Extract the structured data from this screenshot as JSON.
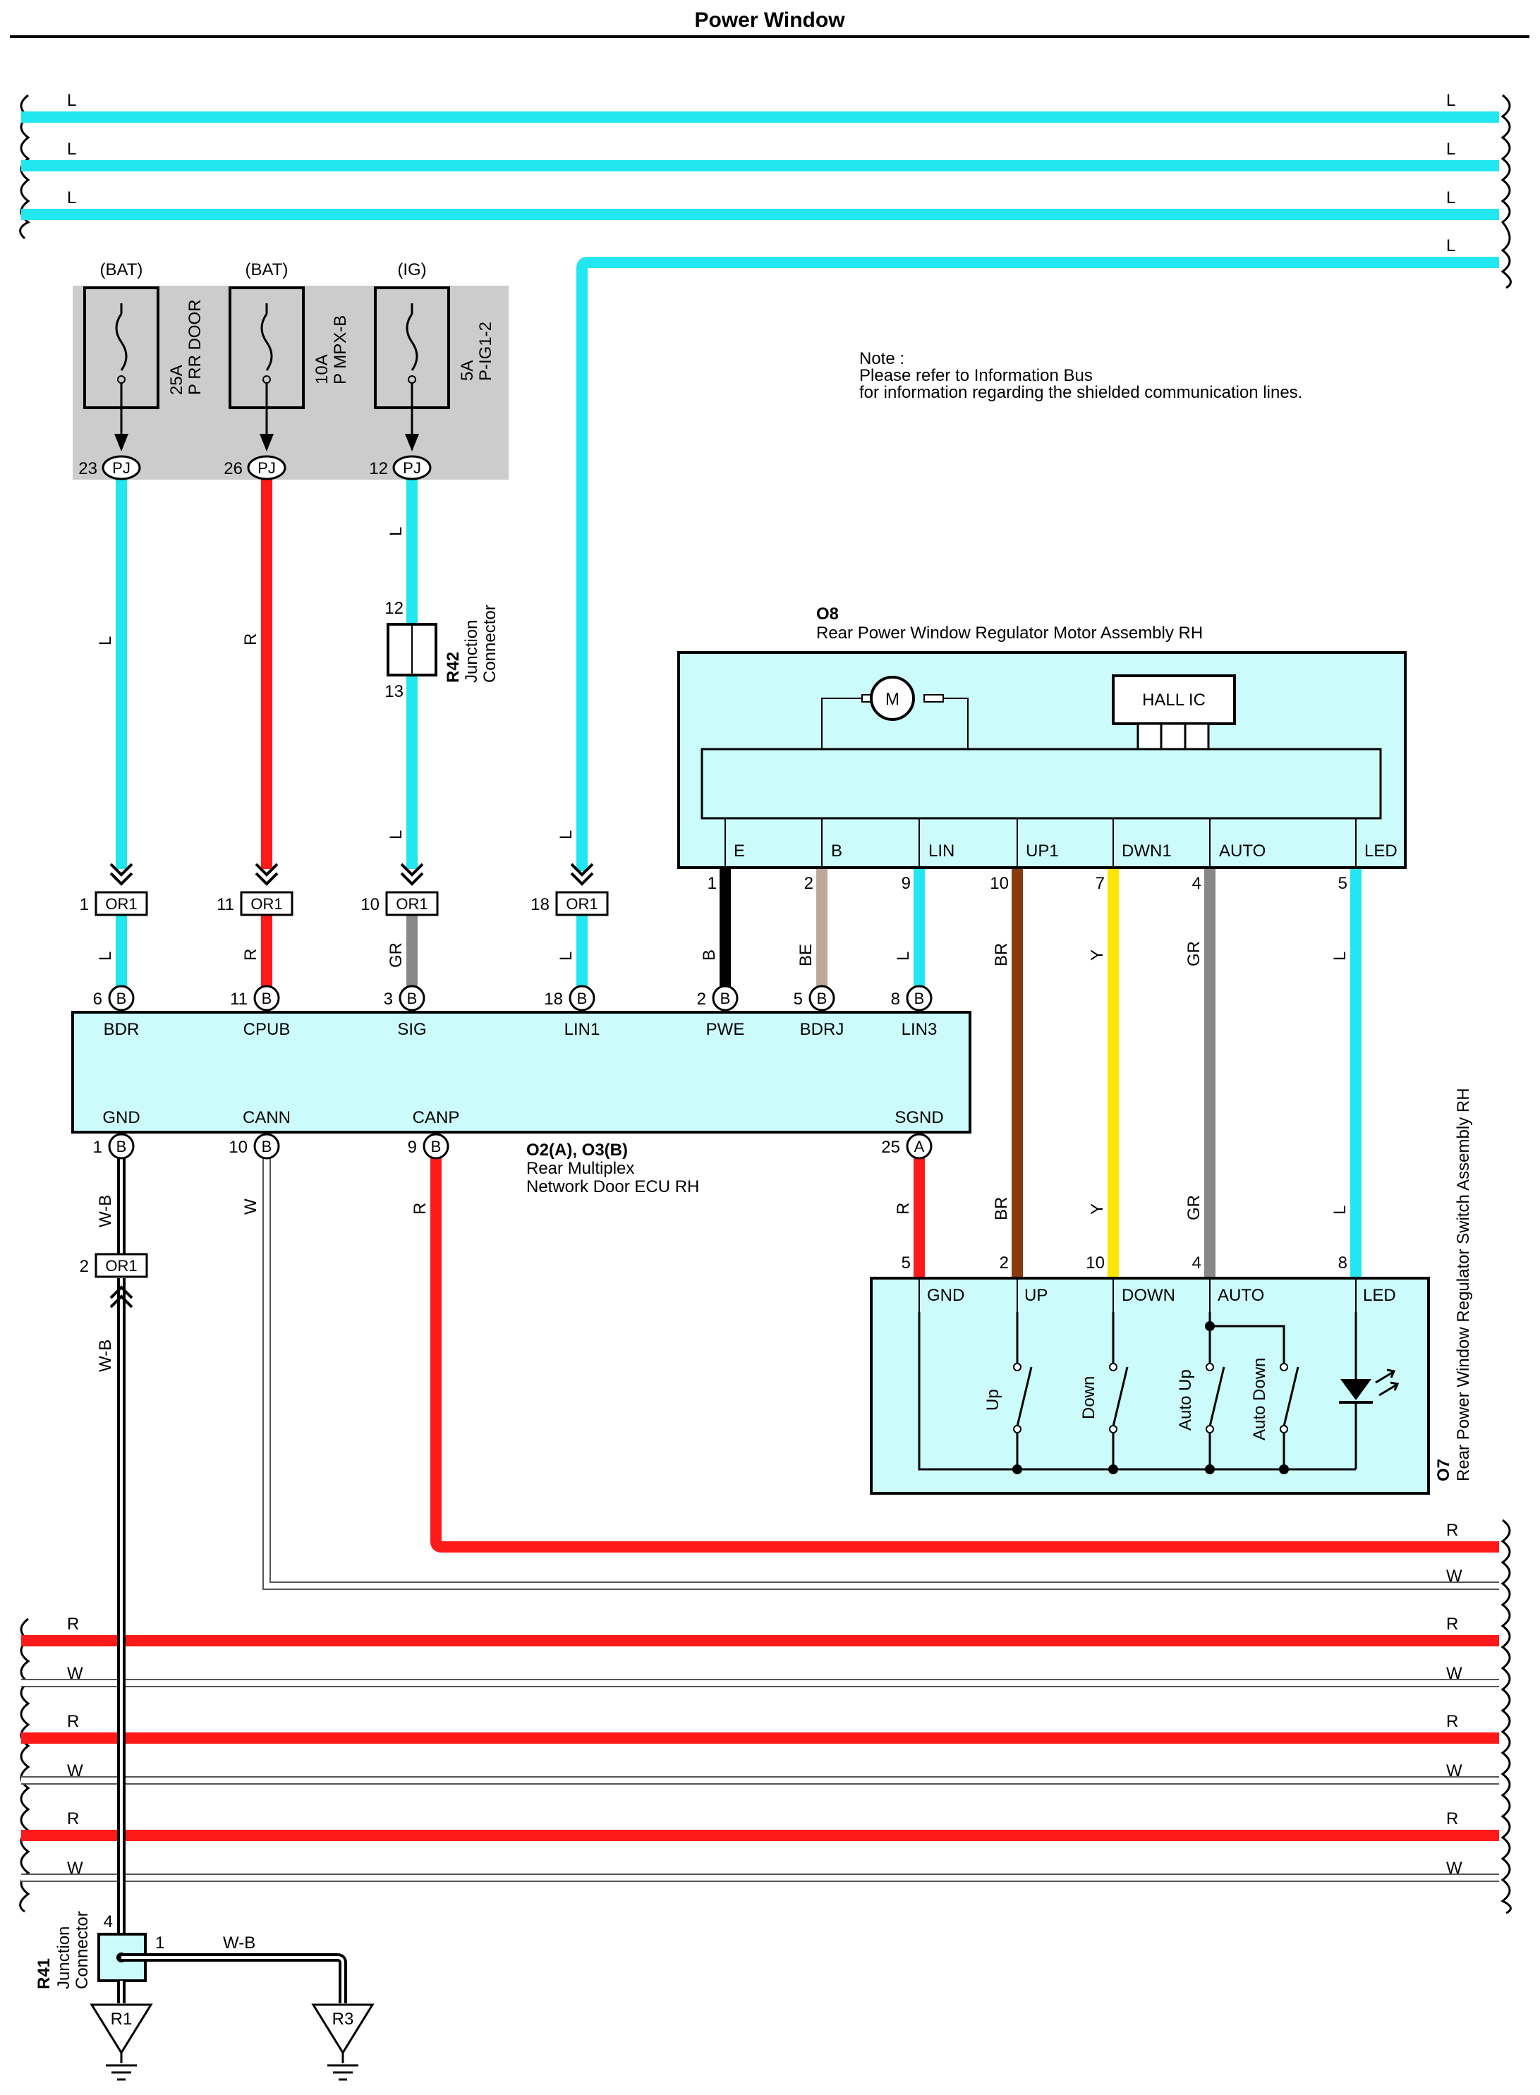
{
  "title": "Power Window",
  "colors": {
    "L": "#22e6f0",
    "R": "#ff1a1a",
    "B": "#000000",
    "BE": "#bca99a",
    "BR": "#8b3a0e",
    "Y": "#ffe600",
    "GR": "#888888",
    "W": "#ffffff",
    "box_fill": "#ccfbfb",
    "relay_box": "#cccccc"
  },
  "top_bus": {
    "labels": [
      "L",
      "L",
      "L",
      "L"
    ]
  },
  "fuses": [
    {
      "supply": "(BAT)",
      "amp": "25A",
      "name": "P RR DOOR",
      "pin": "23",
      "conn": "PJ",
      "wire": "L"
    },
    {
      "supply": "(BAT)",
      "amp": "10A",
      "name": "P MPX-B",
      "pin": "26",
      "conn": "PJ",
      "wire": "R"
    },
    {
      "supply": "(IG)",
      "amp": "5A",
      "name": "P-IG1-2",
      "pin": "12",
      "conn": "PJ",
      "wire": "L"
    }
  ],
  "note": {
    "line1": "Note :",
    "line2": "Please refer to Information Bus",
    "line3": "for information regarding the shielded communication lines."
  },
  "r42": {
    "code": "R42",
    "name1": "Junction",
    "name2": "Connector",
    "pin_top": "12",
    "pin_bot": "13",
    "wire_top": "L",
    "wire_bot": "L"
  },
  "or1": [
    {
      "pin": "1",
      "conn": "OR1",
      "wire": "L"
    },
    {
      "pin": "11",
      "conn": "OR1",
      "wire": "R"
    },
    {
      "pin": "10",
      "conn": "OR1",
      "wire": "GR"
    },
    {
      "pin": "18",
      "conn": "OR1",
      "wire": "L"
    }
  ],
  "o8": {
    "code": "O8",
    "name": "Rear Power Window Regulator Motor Assembly RH",
    "motor": "M",
    "hall": "HALL IC",
    "terminals": [
      {
        "label": "E",
        "pin": "1",
        "wire": "B"
      },
      {
        "label": "B",
        "pin": "2",
        "wire": "BE"
      },
      {
        "label": "LIN",
        "pin": "9",
        "wire": "L"
      },
      {
        "label": "UP1",
        "pin": "10",
        "wire": "BR"
      },
      {
        "label": "DWN1",
        "pin": "7",
        "wire": "Y"
      },
      {
        "label": "AUTO",
        "pin": "4",
        "wire": "GR"
      },
      {
        "label": "LED",
        "pin": "5",
        "wire": "L"
      }
    ]
  },
  "ecu": {
    "code": "O2(A), O3(B)",
    "name1": "Rear Multiplex",
    "name2": "Network Door ECU RH",
    "top": [
      {
        "label": "BDR",
        "pin": "6",
        "conn": "B"
      },
      {
        "label": "CPUB",
        "pin": "11",
        "conn": "B"
      },
      {
        "label": "SIG",
        "pin": "3",
        "conn": "B"
      },
      {
        "label": "LIN1",
        "pin": "18",
        "conn": "B"
      },
      {
        "label": "PWE",
        "pin": "2",
        "conn": "B"
      },
      {
        "label": "BDRJ",
        "pin": "5",
        "conn": "B"
      },
      {
        "label": "LIN3",
        "pin": "8",
        "conn": "B"
      }
    ],
    "bottom": [
      {
        "label": "GND",
        "pin": "1",
        "conn": "B",
        "wire": "W-B"
      },
      {
        "label": "CANN",
        "pin": "10",
        "conn": "B",
        "wire": "W"
      },
      {
        "label": "CANP",
        "pin": "9",
        "conn": "B",
        "wire": "R"
      },
      {
        "label": "SGND",
        "pin": "25",
        "conn": "A",
        "wire": "R"
      }
    ]
  },
  "or1_gnd": {
    "pin": "2",
    "conn": "OR1",
    "wire_top": "W-B",
    "wire_bot": "W-B"
  },
  "o7": {
    "code": "O7",
    "name": "Rear Power Window Regulator Switch Assembly RH",
    "terminals": [
      {
        "label": "GND",
        "pin": "5",
        "wire": "R"
      },
      {
        "label": "UP",
        "pin": "2",
        "wire": "BR"
      },
      {
        "label": "DOWN",
        "pin": "10",
        "wire": "Y"
      },
      {
        "label": "AUTO",
        "pin": "4",
        "wire": "GR"
      },
      {
        "label": "LED",
        "pin": "8",
        "wire": "L"
      }
    ],
    "switches": [
      "Up",
      "Down",
      "Auto Up",
      "Auto Down"
    ]
  },
  "can_bus": {
    "labels": [
      "R",
      "W",
      "R",
      "W",
      "R",
      "W",
      "R",
      "W"
    ]
  },
  "r41": {
    "code": "R41",
    "name1": "Junction",
    "name2": "Connector",
    "pin_top": "4",
    "pin_right": "1",
    "wire": "W-B"
  },
  "grounds": [
    "R1",
    "R3"
  ]
}
